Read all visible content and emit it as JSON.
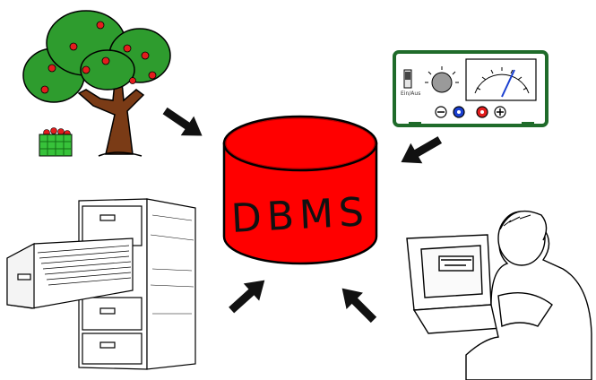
{
  "diagram": {
    "center": {
      "label": "DBMS",
      "color": "#ff0000"
    },
    "sources": [
      {
        "name": "apple-tree",
        "meter_text": ""
      },
      {
        "name": "measuring-instrument",
        "meter_text": "Ein/Aus"
      },
      {
        "name": "filing-cabinet"
      },
      {
        "name": "person-at-laptop"
      }
    ],
    "colors": {
      "tree_leaves": "#2e9c2e",
      "apples": "#e31d1d",
      "trunk": "#7a3b16",
      "instrument_frame": "#1f6b2a",
      "cylinder": "#ff0000",
      "arrow": "#111111"
    }
  }
}
